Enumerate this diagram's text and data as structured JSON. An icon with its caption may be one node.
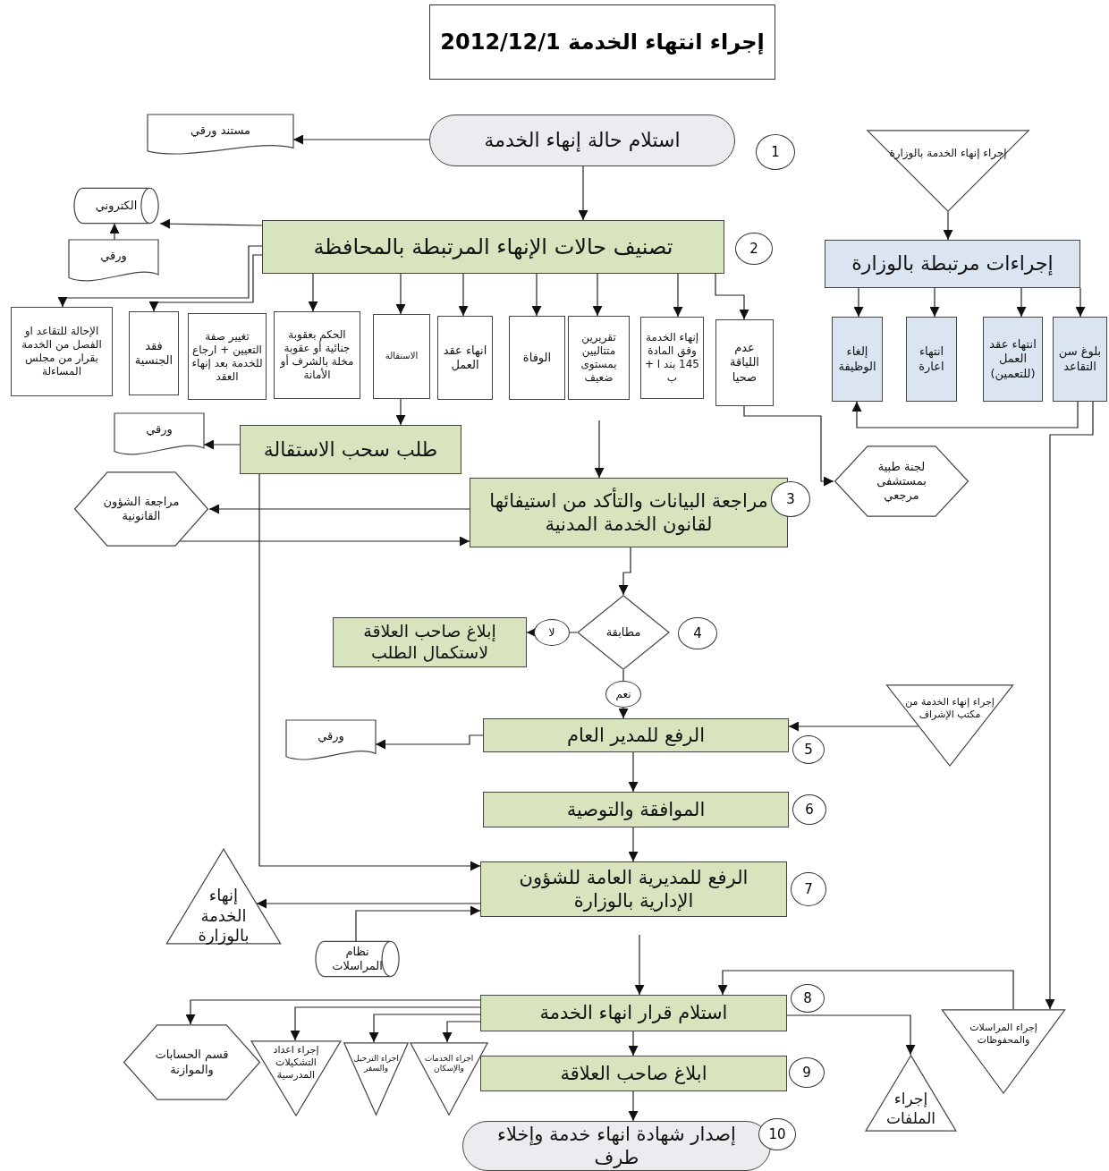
{
  "diagram": {
    "title": "إجراء انتهاء الخدمة 2012/12/1",
    "nodes": [
      {
        "text": [
          "استلام حالة إنهاء الخدمة"
        ],
        "beside": [
          "1"
        ]
      },
      {
        "text": [
          "مستند ورقي"
        ]
      },
      {
        "text": [
          "تصنيف حالات الإنهاء المرتبطة بالمحافظة"
        ],
        "beside": [
          "2"
        ]
      },
      {
        "text": [
          "الكتروني"
        ]
      },
      {
        "text": [
          "ورقي"
        ]
      },
      {
        "text": [
          "الإحالة للتقاعد او الفصل من الخدمة بقرار من مجلس المساءلة"
        ]
      },
      {
        "text": [
          "فقد الجنسية"
        ]
      },
      {
        "text": [
          "تغيير صفة التعيين + ارجاع للخدمة بعد إنهاء العقد"
        ]
      },
      {
        "text": [
          "الحكم بعقوبة جنائية أو عقوبة مخلة بالشرف أو الأمانة"
        ]
      },
      {
        "text": [
          "الاستقالة"
        ]
      },
      {
        "text": [
          "انهاء عقد العمل"
        ]
      },
      {
        "text": [
          "الوفاة"
        ]
      },
      {
        "text": [
          "تقريرين متتاليين بمستوى ضعيف"
        ]
      },
      {
        "text": [
          "إنهاء الخدمة وفق المادة 145 بند ا + ب"
        ]
      },
      {
        "text": [
          "عدم اللياقة صحيا"
        ]
      },
      {
        "text": [
          "إجراء إنهاء الخدمة بالوزارة"
        ]
      },
      {
        "text": [
          "إجراءات مرتبطة بالوزارة"
        ]
      },
      {
        "text": [
          "إلغاء الوظيفة"
        ]
      },
      {
        "text": [
          "انتهاء اعارة"
        ]
      },
      {
        "text": [
          "انتهاء عقد العمل (للتعمين)"
        ]
      },
      {
        "text": [
          "بلوغ سن التقاعد"
        ]
      },
      {
        "text": [
          "طلب سحب الاستقالة"
        ]
      },
      {
        "text": [
          "ورقي"
        ]
      },
      {
        "text": [
          "لجنة طبية بمستشفى مرجعي"
        ]
      },
      {
        "text": [
          "مراجعة الشؤون القانونية"
        ]
      },
      {
        "text": [
          "مراجعة البيانات والتأكد من استيفائها لقانون الخدمة المدنية"
        ],
        "beside": [
          "3"
        ]
      },
      {
        "text": [
          "مطابقة"
        ],
        "beside": [
          "4"
        ]
      },
      {
        "text": [
          "إبلاغ صاحب العلاقة لاستكمال الطلب"
        ]
      },
      {
        "text": [
          "إجراء إنهاء الخدمة من مكتب الإشراف"
        ]
      },
      {
        "text": [
          "الرفع للمدير العام"
        ],
        "beside": [
          "5"
        ]
      },
      {
        "text": [
          "ورقي"
        ]
      },
      {
        "text": [
          "الموافقة والتوصية"
        ],
        "beside": [
          "6"
        ]
      },
      {
        "text": [
          "الرفع للمديرية العامة للشؤون الإدارية بالوزارة"
        ],
        "beside": [
          "7"
        ]
      },
      {
        "text": [
          "إنهاء الخدمة بالوزارة"
        ]
      },
      {
        "text": [
          "نظام المراسلات"
        ]
      },
      {
        "text": [
          "استلام قرار انهاء الخدمة"
        ],
        "beside": [
          "8"
        ]
      },
      {
        "text": [
          "قسم الحسابات والموازنة"
        ]
      },
      {
        "text": [
          "إجراء اعداد التشكيلات المدرسية"
        ]
      },
      {
        "text": [
          "اجراء الترحيل والسفر"
        ]
      },
      {
        "text": [
          "اجراء الخدمات والإسكان"
        ]
      },
      {
        "text": [
          "إجراء الملفات"
        ]
      },
      {
        "text": [
          "إجراء المراسلات والمحفوظات"
        ]
      },
      {
        "text": [
          "ابلاغ صاحب العلاقة"
        ],
        "beside": [
          "9"
        ]
      },
      {
        "text": [
          "إصدار شهادة انهاء خدمة وإخلاء طرف"
        ],
        "beside": [
          "10"
        ]
      }
    ],
    "edges": [
      {
        "from": 0,
        "to": 1,
        "arrow": "to"
      },
      {
        "from": 0,
        "to": 2,
        "arrow": "to"
      },
      {
        "from": 2,
        "to": 3,
        "arrow": "to"
      },
      {
        "from": 4,
        "to": 3,
        "arrow": "to"
      },
      {
        "from": 2,
        "to": 5,
        "arrow": "to"
      },
      {
        "from": 2,
        "to": 6,
        "arrow": "to"
      },
      {
        "from": 2,
        "to": 8,
        "arrow": "to"
      },
      {
        "from": 2,
        "to": 9,
        "arrow": "to"
      },
      {
        "from": 2,
        "to": 10,
        "arrow": "to"
      },
      {
        "from": 2,
        "to": 11,
        "arrow": "to"
      },
      {
        "from": 2,
        "to": 12,
        "arrow": "to"
      },
      {
        "from": 2,
        "to": 13,
        "arrow": "to"
      },
      {
        "from": 2,
        "to": 14,
        "arrow": "to"
      },
      {
        "from": 15,
        "to": 16,
        "arrow": "to"
      },
      {
        "from": 16,
        "to": 17,
        "arrow": "to"
      },
      {
        "from": 16,
        "to": 18,
        "arrow": "to"
      },
      {
        "from": 16,
        "to": 19,
        "arrow": "to"
      },
      {
        "from": 16,
        "to": 20,
        "arrow": "to"
      },
      {
        "from": 20,
        "to": 17,
        "arrow": "to"
      },
      {
        "from": 20,
        "to": 41,
        "arrow": "to"
      },
      {
        "from": 14,
        "to": 23,
        "arrow": "to"
      },
      {
        "from": 9,
        "to": 21,
        "arrow": "to"
      },
      {
        "from": 21,
        "to": 22,
        "arrow": "to"
      },
      {
        "from": null,
        "to": 25,
        "arrow": "to"
      },
      {
        "from": 25,
        "to": 24,
        "arrow": "to"
      },
      {
        "from": 24,
        "to": 25,
        "arrow": "to"
      },
      {
        "from": 25,
        "to": 26,
        "arrow": "to"
      },
      {
        "from": 26,
        "to": 27,
        "arrow": "to",
        "label": "لا"
      },
      {
        "from": 26,
        "to": 29,
        "arrow": "to",
        "label": "نعم"
      },
      {
        "from": 28,
        "to": 29,
        "arrow": "to"
      },
      {
        "from": 29,
        "to": 30,
        "arrow": "to"
      },
      {
        "from": 29,
        "to": 31,
        "arrow": "to"
      },
      {
        "from": 31,
        "to": 32,
        "arrow": "to"
      },
      {
        "from": 21,
        "to": 32,
        "arrow": "to"
      },
      {
        "from": 32,
        "to": 33,
        "arrow": "to"
      },
      {
        "from": 34,
        "to": 32,
        "arrow": "to"
      },
      {
        "from": null,
        "to": 35,
        "arrow": "to"
      },
      {
        "from": 41,
        "to": 35,
        "arrow": "to"
      },
      {
        "from": 35,
        "to": 36,
        "arrow": "to"
      },
      {
        "from": 35,
        "to": 37,
        "arrow": "to"
      },
      {
        "from": 35,
        "to": 38,
        "arrow": "to"
      },
      {
        "from": 35,
        "to": 39,
        "arrow": "to"
      },
      {
        "from": 35,
        "to": 40,
        "arrow": "to"
      },
      {
        "from": 35,
        "to": 42,
        "arrow": "to"
      },
      {
        "from": 42,
        "to": 43,
        "arrow": "to"
      }
    ]
  }
}
